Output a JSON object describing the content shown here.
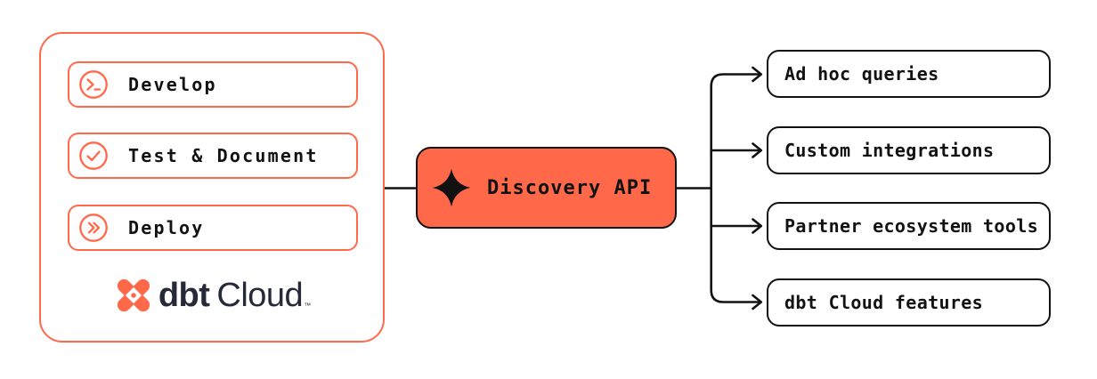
{
  "diagram": {
    "title": "dbt Cloud Discovery API diagram",
    "left_panel": {
      "items": [
        {
          "label": "Develop",
          "icon": "terminal-icon"
        },
        {
          "label": "Test & Document",
          "icon": "check-circle-icon"
        },
        {
          "label": "Deploy",
          "icon": "deploy-arrows-icon"
        }
      ],
      "logo": {
        "name": "dbt Cloud",
        "bold": "dbt",
        "light": "Cloud",
        "trademark": "™",
        "mark": "dbt-logo-icon"
      }
    },
    "api_node": {
      "label": "Discovery API",
      "icon": "sparkle-icon"
    },
    "consumers": [
      {
        "label": "Ad hoc queries"
      },
      {
        "label": "Custom integrations"
      },
      {
        "label": "Partner ecosystem tools"
      },
      {
        "label": "dbt Cloud features"
      }
    ],
    "colors": {
      "coral": "#FF694A",
      "line_black": "#121212",
      "logo_navy": "#262A38",
      "background": "#FFFFFF"
    }
  }
}
